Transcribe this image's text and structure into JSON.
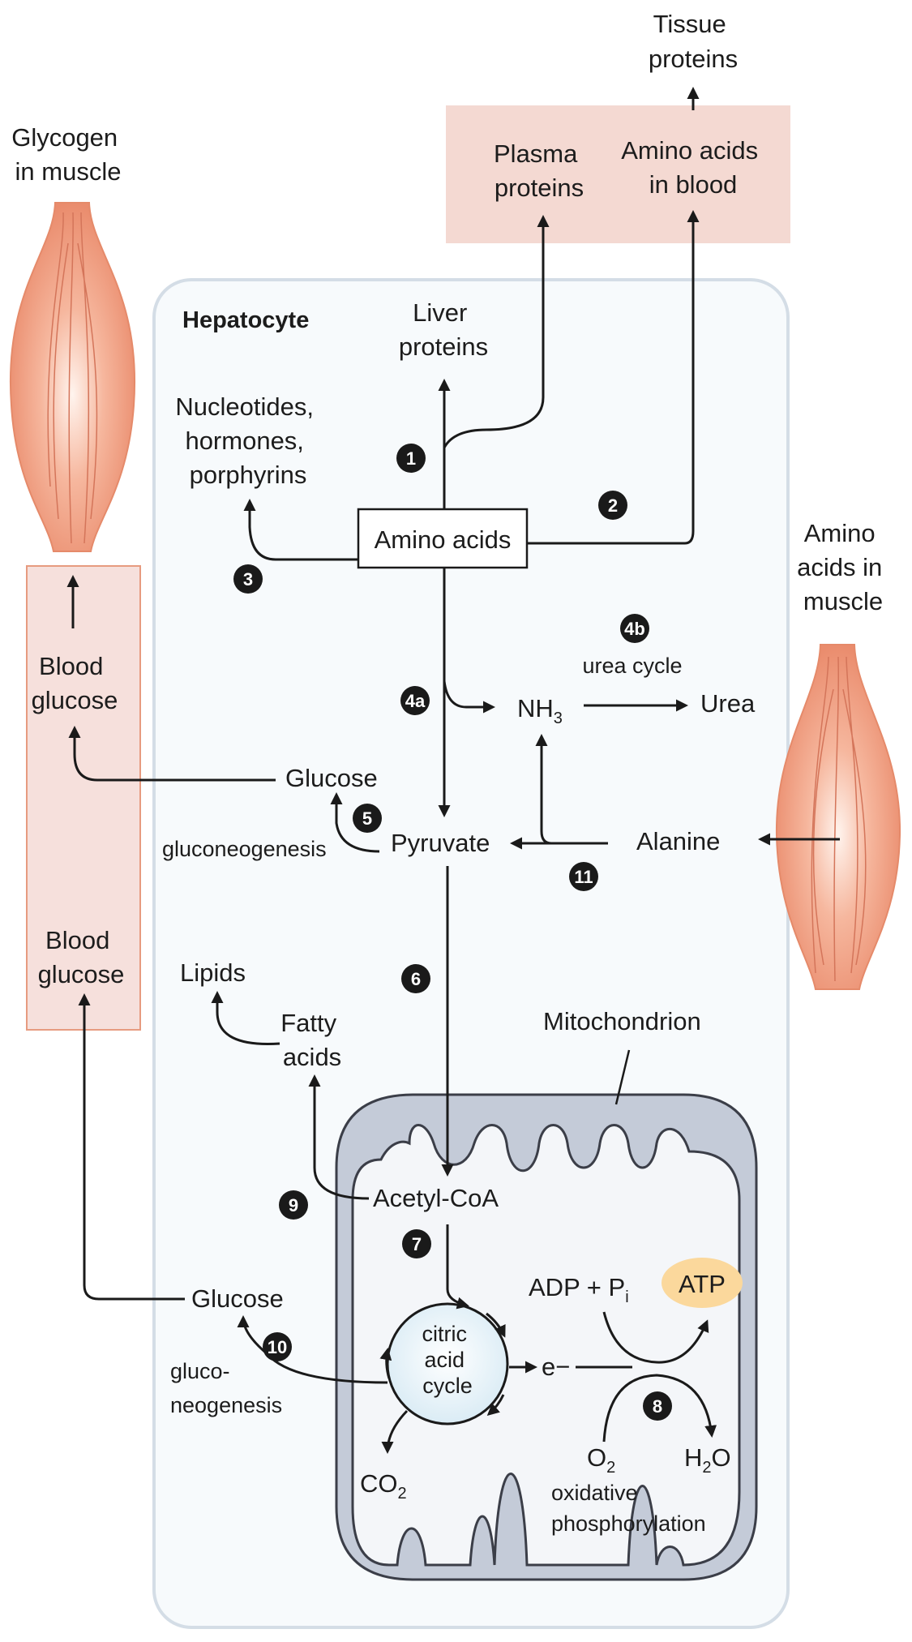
{
  "labels": {
    "tissue_proteins": [
      "Tissue",
      "proteins"
    ],
    "glycogen_in_muscle": [
      "Glycogen",
      "in muscle"
    ],
    "plasma_proteins": [
      "Plasma",
      "proteins"
    ],
    "amino_acids_in_blood": [
      "Amino acids",
      "in blood"
    ],
    "hepatocyte": "Hepatocyte",
    "liver_proteins": [
      "Liver",
      "proteins"
    ],
    "nucleotides": [
      "Nucleotides,",
      "hormones,",
      "porphyrins"
    ],
    "amino_acids": "Amino acids",
    "amino_acids_in_muscle": [
      "Amino",
      "acids in",
      "muscle"
    ],
    "blood_glucose_top": [
      "Blood",
      "glucose"
    ],
    "blood_glucose_bottom": [
      "Blood",
      "glucose"
    ],
    "urea_cycle": "urea cycle",
    "nh3_base": "NH",
    "nh3_sub": "3",
    "urea": "Urea",
    "glucose_top": "Glucose",
    "gluconeogenesis_top": "gluconeogenesis",
    "pyruvate": "Pyruvate",
    "alanine": "Alanine",
    "lipids": "Lipids",
    "fatty_acids": [
      "Fatty",
      "acids"
    ],
    "mitochondrion": "Mitochondrion",
    "acetyl_coa": "Acetyl-CoA",
    "glucose_bottom": "Glucose",
    "gluconeogenesis_bottom": [
      "gluco-",
      "neogenesis"
    ],
    "citric_acid_cycle": [
      "citric",
      "acid",
      "cycle"
    ],
    "adp_pi": "ADP + P",
    "pi_sub": "i",
    "atp": "ATP",
    "electron": "e−",
    "o2_base": "O",
    "o2_sub": "2",
    "h2o_h": "H",
    "h2o_sub": "2",
    "h2o_o": "O",
    "co2_base": "CO",
    "co2_sub": "2",
    "oxidative_phosphorylation": [
      "oxidative",
      "phosphorylation"
    ]
  },
  "steps": {
    "s1": "1",
    "s2": "2",
    "s3": "3",
    "s4a": "4a",
    "s4b": "4b",
    "s5": "5",
    "s6": "6",
    "s7": "7",
    "s8": "8",
    "s9": "9",
    "s10": "10",
    "s11": "11"
  },
  "colors": {
    "blood_fill": "#f4d9d2",
    "blood_edge": "#e79b80",
    "muscle": "#ee9577",
    "hepatocyte_fill": "#f7fafc",
    "hepatocyte_edge": "#d4dde6",
    "mito_fill": "#c4cbd8",
    "mito_edge": "#3b3e48",
    "atp_fill": "#fbd89c",
    "cycle_fill": "#e4f1f8"
  }
}
